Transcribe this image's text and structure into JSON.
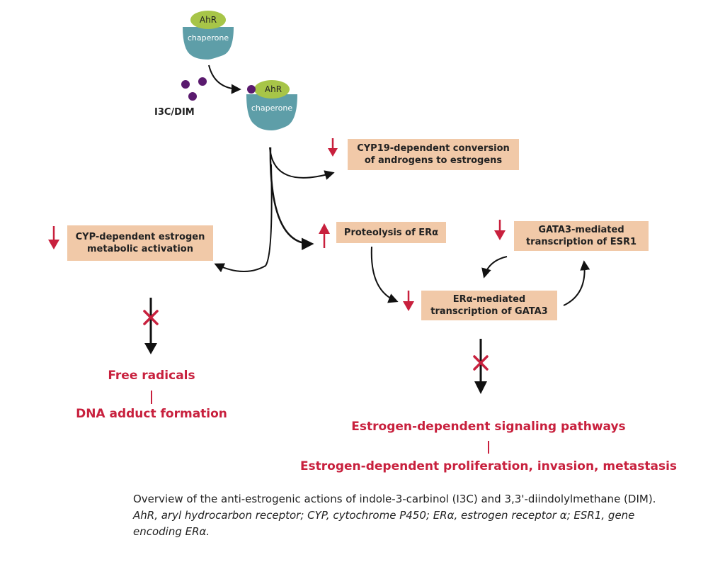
{
  "complex_free": {
    "receptor": "AhR",
    "chaperone": "chaperone"
  },
  "complex_bound": {
    "receptor": "AhR",
    "chaperone": "chaperone"
  },
  "ligand_label": "I3C/DIM",
  "boxes": {
    "cyp19": {
      "line1": "CYP19-dependent conversion",
      "line2": "of androgens to estrogens"
    },
    "cyp_estrogen": {
      "line1": "CYP-dependent estrogen",
      "line2": "metabolic activation"
    },
    "proteolysis": {
      "line1": "Proteolysis of ERα"
    },
    "gata3_mediated": {
      "line1": "GATA3-mediated",
      "line2": "transcription of  ESR1"
    },
    "era_mediated": {
      "line1": "ERα-mediated",
      "line2": "transcription of  GATA3"
    }
  },
  "outcomes": {
    "free_radicals": "Free radicals",
    "dna_adduct": "DNA adduct formation",
    "signaling": "Estrogen-dependent signaling pathways",
    "proliferation": "Estrogen-dependent proliferation, invasion, metastasis"
  },
  "caption": {
    "text1": "Overview of the anti-estrogenic actions of indole-3-carbinol (I3C) and 3,3'-diindolylmethane (DIM). ",
    "italic": "AhR, aryl hydrocarbon receptor; CYP, cytochrome P450; ERα, estrogen receptor α; ESR1, gene encoding ERα."
  },
  "colors": {
    "box_fill": "#f1c9a8",
    "accent_red": "#c8203d",
    "chaperone": "#5e9ea8",
    "ahr": "#a7c548",
    "ligand": "#5a1a6e"
  }
}
